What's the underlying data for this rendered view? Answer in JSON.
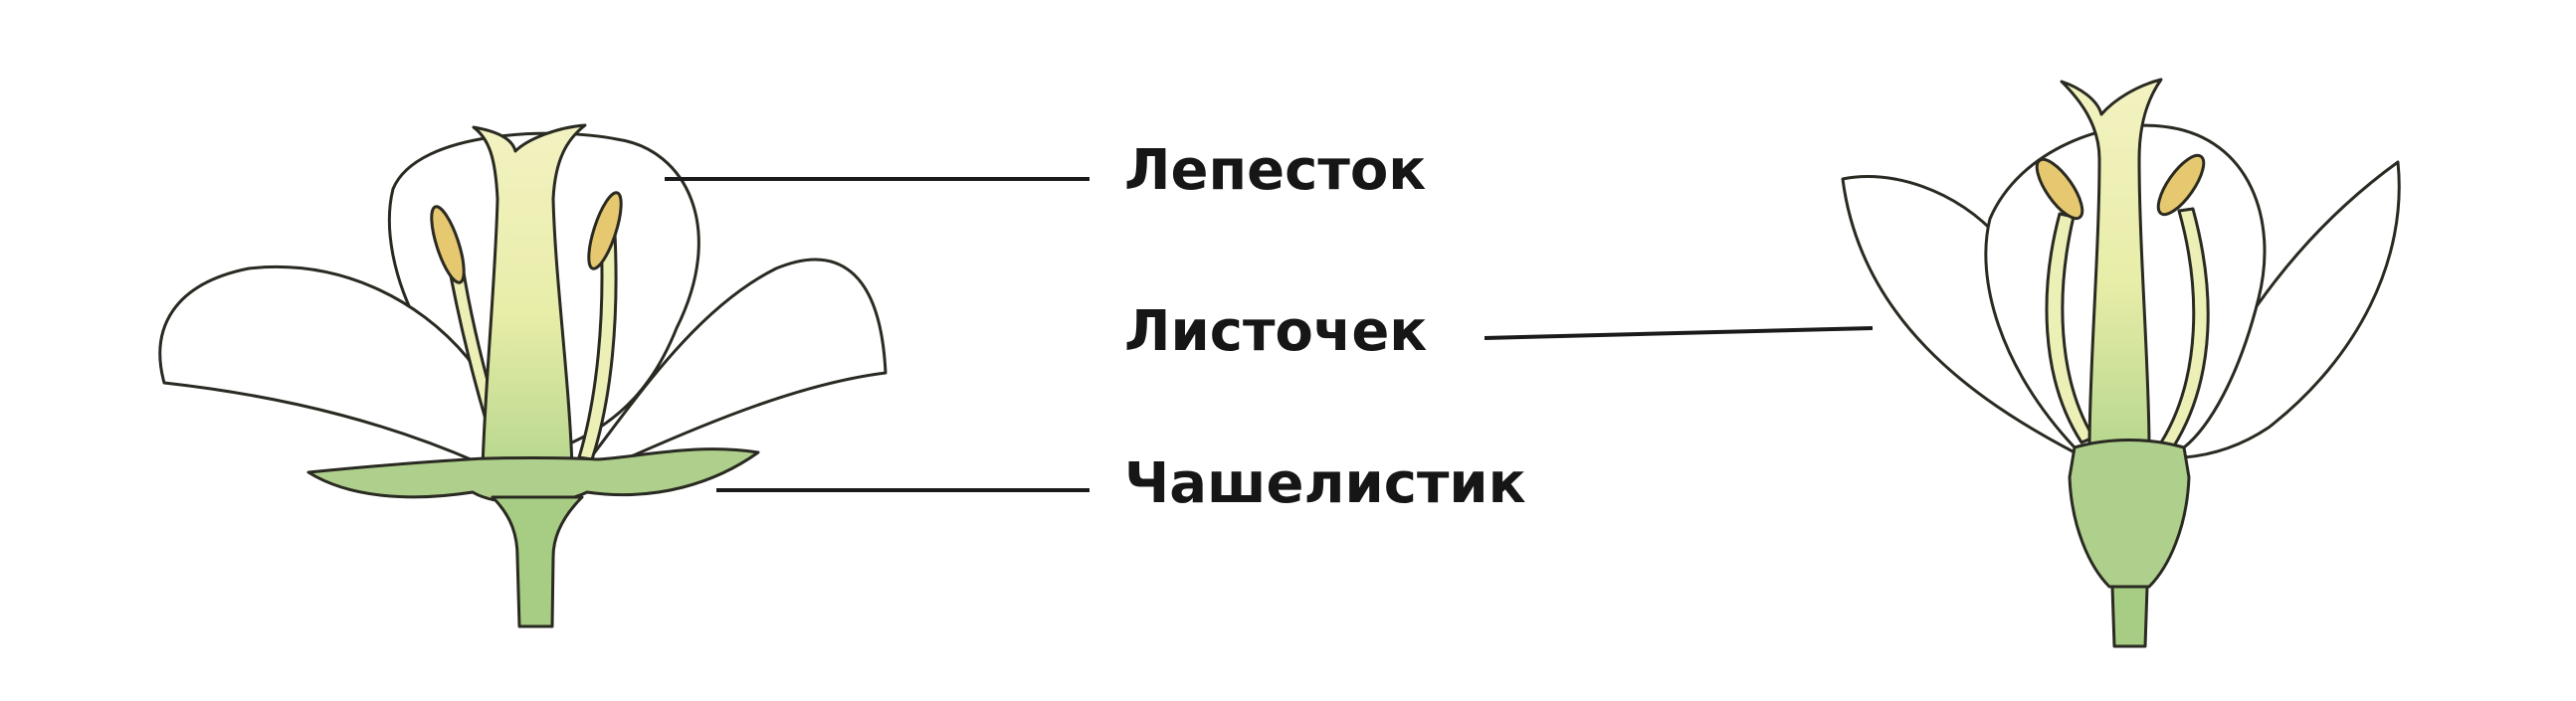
{
  "labels": {
    "petal": "Лепесток",
    "leaflet": "Листочек",
    "sepal": "Чашелистик"
  },
  "colors": {
    "background": "#ffffff",
    "petal_fill": "#ffffff",
    "pistil_fill": "#eef0b4",
    "anther_fill": "#e6c870",
    "sepal_fill": "#aed08c",
    "stem_fill": "#a7cd84",
    "outline": "#2a2a22",
    "text": "#161616"
  }
}
